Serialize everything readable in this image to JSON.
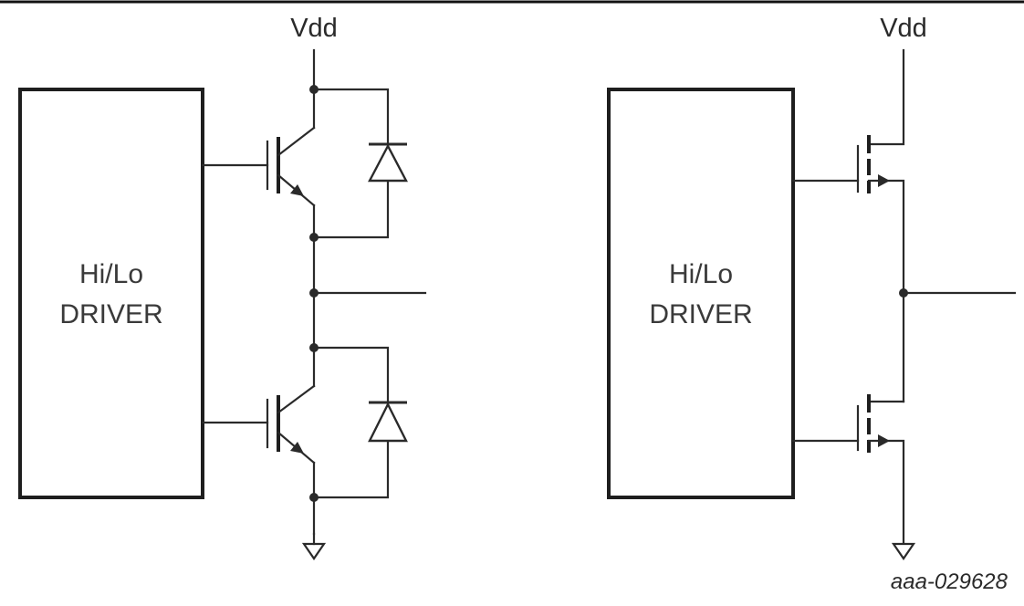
{
  "left_circuit": {
    "supply_label": "Vdd",
    "driver_line1": "Hi/Lo",
    "driver_line2": "DRIVER",
    "switch_type": "IGBT with anti-parallel diode"
  },
  "right_circuit": {
    "supply_label": "Vdd",
    "driver_line1": "Hi/Lo",
    "driver_line2": "DRIVER",
    "switch_type": "MOSFET"
  },
  "figure_id": "aaa-029628",
  "colors": {
    "line": "#2a2a2a",
    "background": "#ffffff"
  }
}
